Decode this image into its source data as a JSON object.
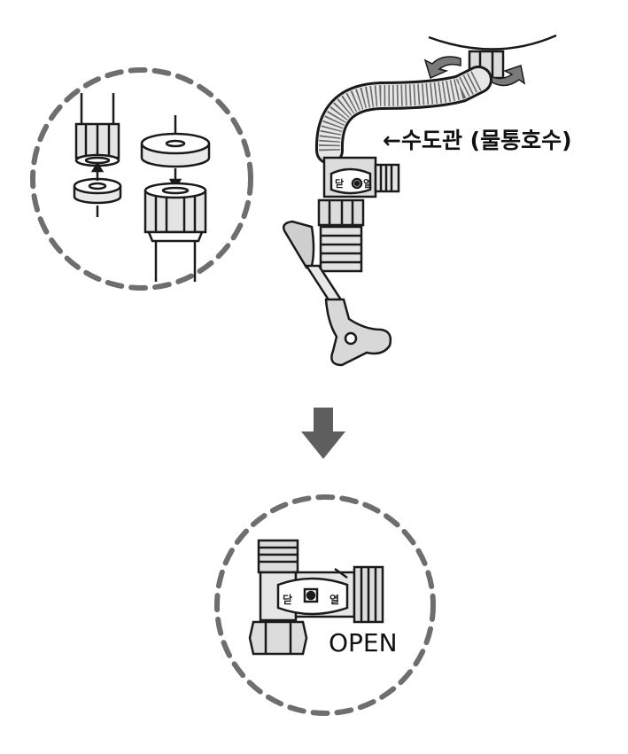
{
  "labels": {
    "pipe_label": "←수도관 (물통호수)",
    "valve_left_mark": "닫",
    "valve_right_mark": "열",
    "open_label": "OPEN"
  },
  "colors": {
    "outline": "#1a1a1a",
    "metal_fill": "#ffffff",
    "metal_shade": "#d6d6d6",
    "metal_dark": "#9a9a9a",
    "dash_circle": "#6e6e6e",
    "arrow_gray": "#5e5e5e",
    "accent_arrow": "#7a7a7a"
  },
  "icons": {
    "rotate_arrows": "curved-rotate-arrows-icon",
    "down_arrow": "down-arrow-icon"
  }
}
